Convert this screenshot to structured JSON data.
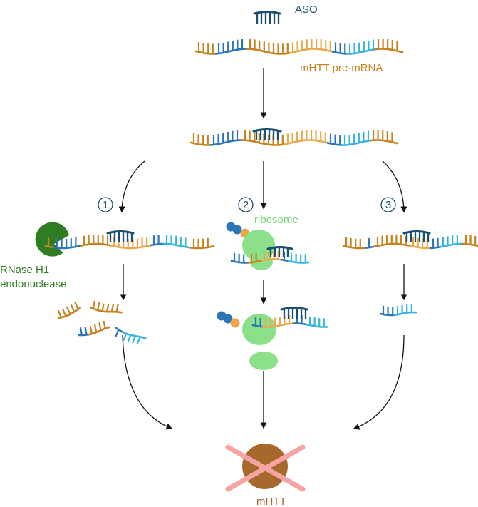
{
  "labels": {
    "aso": "ASO",
    "pre_mrna": "mHTT pre-mRNA",
    "rnase": [
      "RNase H1",
      "endonuclease"
    ],
    "ribosome": "ribosome",
    "protein": "mHTT"
  },
  "steps": [
    "1",
    "2",
    "3"
  ],
  "colors": {
    "aso": "#1b4f6e",
    "orange": "#c7811e",
    "light_orange": "#eda64a",
    "blue": "#2c76b8",
    "cyan": "#34b4df",
    "rnase": "#2f7d23",
    "rnase_text": "#2f7d23",
    "ribosome": "#8be089",
    "ribosome_text": "#73d774",
    "label_orange": "#c7811e",
    "label_navy": "#1b4f6e",
    "step_ring": "#1b4f6e",
    "protein": "#a7682c",
    "cross": "#f5a3a3",
    "arrow": "#111111",
    "bead_blue": "#2c76b8",
    "bead_orange": "#eda64a"
  },
  "icons": [
    "arrow-down-icon",
    "curved-arrow-icon",
    "cross-mark-icon"
  ]
}
